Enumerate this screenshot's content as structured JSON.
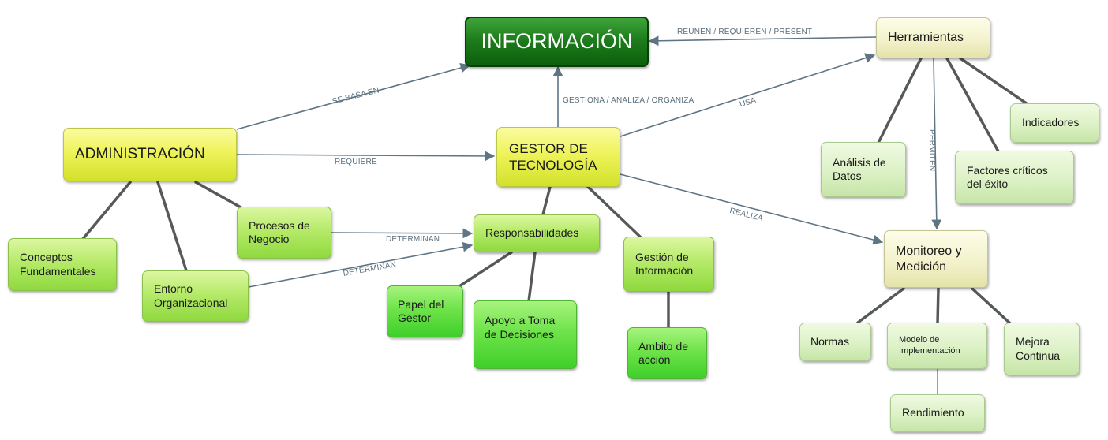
{
  "colors": {
    "connector": "#5e7585",
    "arrow": "#5e7585"
  },
  "nodes": {
    "informacion": "INFORMACIÓN",
    "administracion": "ADMINISTRACIÓN",
    "gestor": "GESTOR DE\nTECNOLOGÍA",
    "herramientas": "Herramientas",
    "conceptos": "Conceptos\nFundamentales",
    "entorno": "Entorno\nOrganizacional",
    "procesos": "Procesos de\nNegocio",
    "responsabilidades": "Responsabilidades",
    "papel": "Papel del\nGestor",
    "apoyo": "Apoyo a Toma\nde Decisiones",
    "gestion_info": "Gestión de\nInformación",
    "ambito": "Ámbito de\nacción",
    "analisis": "Análisis de\nDatos",
    "indicadores": "Indicadores",
    "factores": "Factores críticos\ndel éxito",
    "monitoreo": "Monitoreo y\nMedición",
    "normas": "Normas",
    "modelo": "Modelo de\nImplementación",
    "mejora": "Mejora\nContinua",
    "rendimiento": "Rendimiento"
  },
  "links": {
    "reunen": "REUNEN / REQUIEREN / PRESENT",
    "se_basa_en": "SE BASA EN",
    "gestiona": "GESTIONA / ANALIZA / ORGANIZA",
    "usa": "USA",
    "requiere": "REQUIERE",
    "permiten": "PERMITEN",
    "realiza": "REALIZA",
    "determinan_1": "DETERMINAN",
    "determinan_2": "DETERMINAN"
  }
}
